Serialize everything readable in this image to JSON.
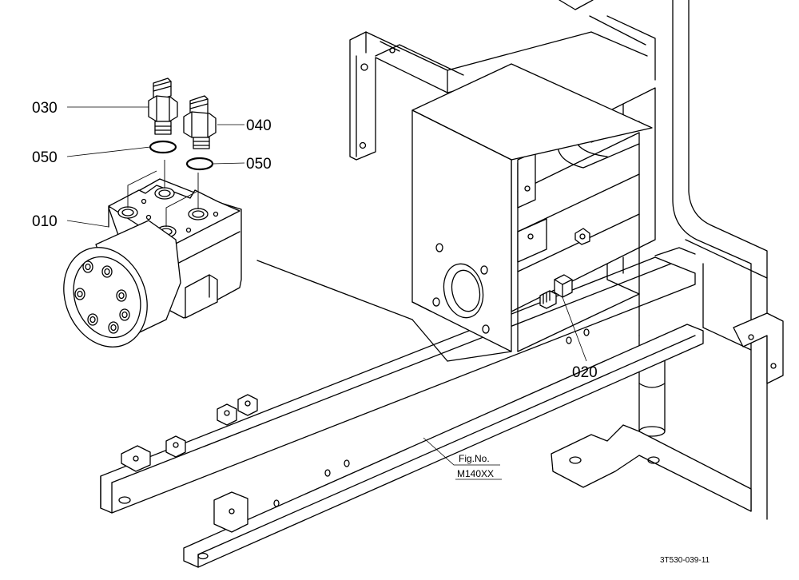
{
  "callouts": {
    "p010": "010",
    "p020": "020",
    "p030": "030",
    "p040": "040",
    "p050_left": "050",
    "p050_right": "050"
  },
  "figure_ref": {
    "label": "Fig.No.",
    "number": "M140XX"
  },
  "drawing_code": "3T530-039-11"
}
